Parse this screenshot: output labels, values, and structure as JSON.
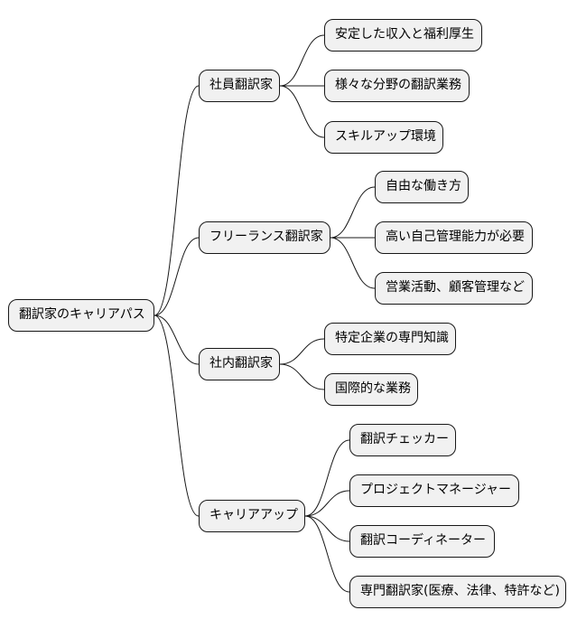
{
  "root": {
    "label": "翻訳家のキャリアパス"
  },
  "branches": [
    {
      "label": "社員翻訳家",
      "children": [
        {
          "label": "安定した収入と福利厚生"
        },
        {
          "label": "様々な分野の翻訳業務"
        },
        {
          "label": "スキルアップ環境"
        }
      ]
    },
    {
      "label": "フリーランス翻訳家",
      "children": [
        {
          "label": "自由な働き方"
        },
        {
          "label": "高い自己管理能力が必要"
        },
        {
          "label": "営業活動、顧客管理など"
        }
      ]
    },
    {
      "label": "社内翻訳家",
      "children": [
        {
          "label": "特定企業の専門知識"
        },
        {
          "label": "国際的な業務"
        }
      ]
    },
    {
      "label": "キャリアアップ",
      "children": [
        {
          "label": "翻訳チェッカー"
        },
        {
          "label": "プロジェクトマネージャー"
        },
        {
          "label": "翻訳コーディネーター"
        },
        {
          "label": "専門翻訳家(医療、法律、特許など)"
        }
      ]
    }
  ],
  "colors": {
    "node_fill": "#f1f1f1",
    "stroke": "#181818"
  }
}
